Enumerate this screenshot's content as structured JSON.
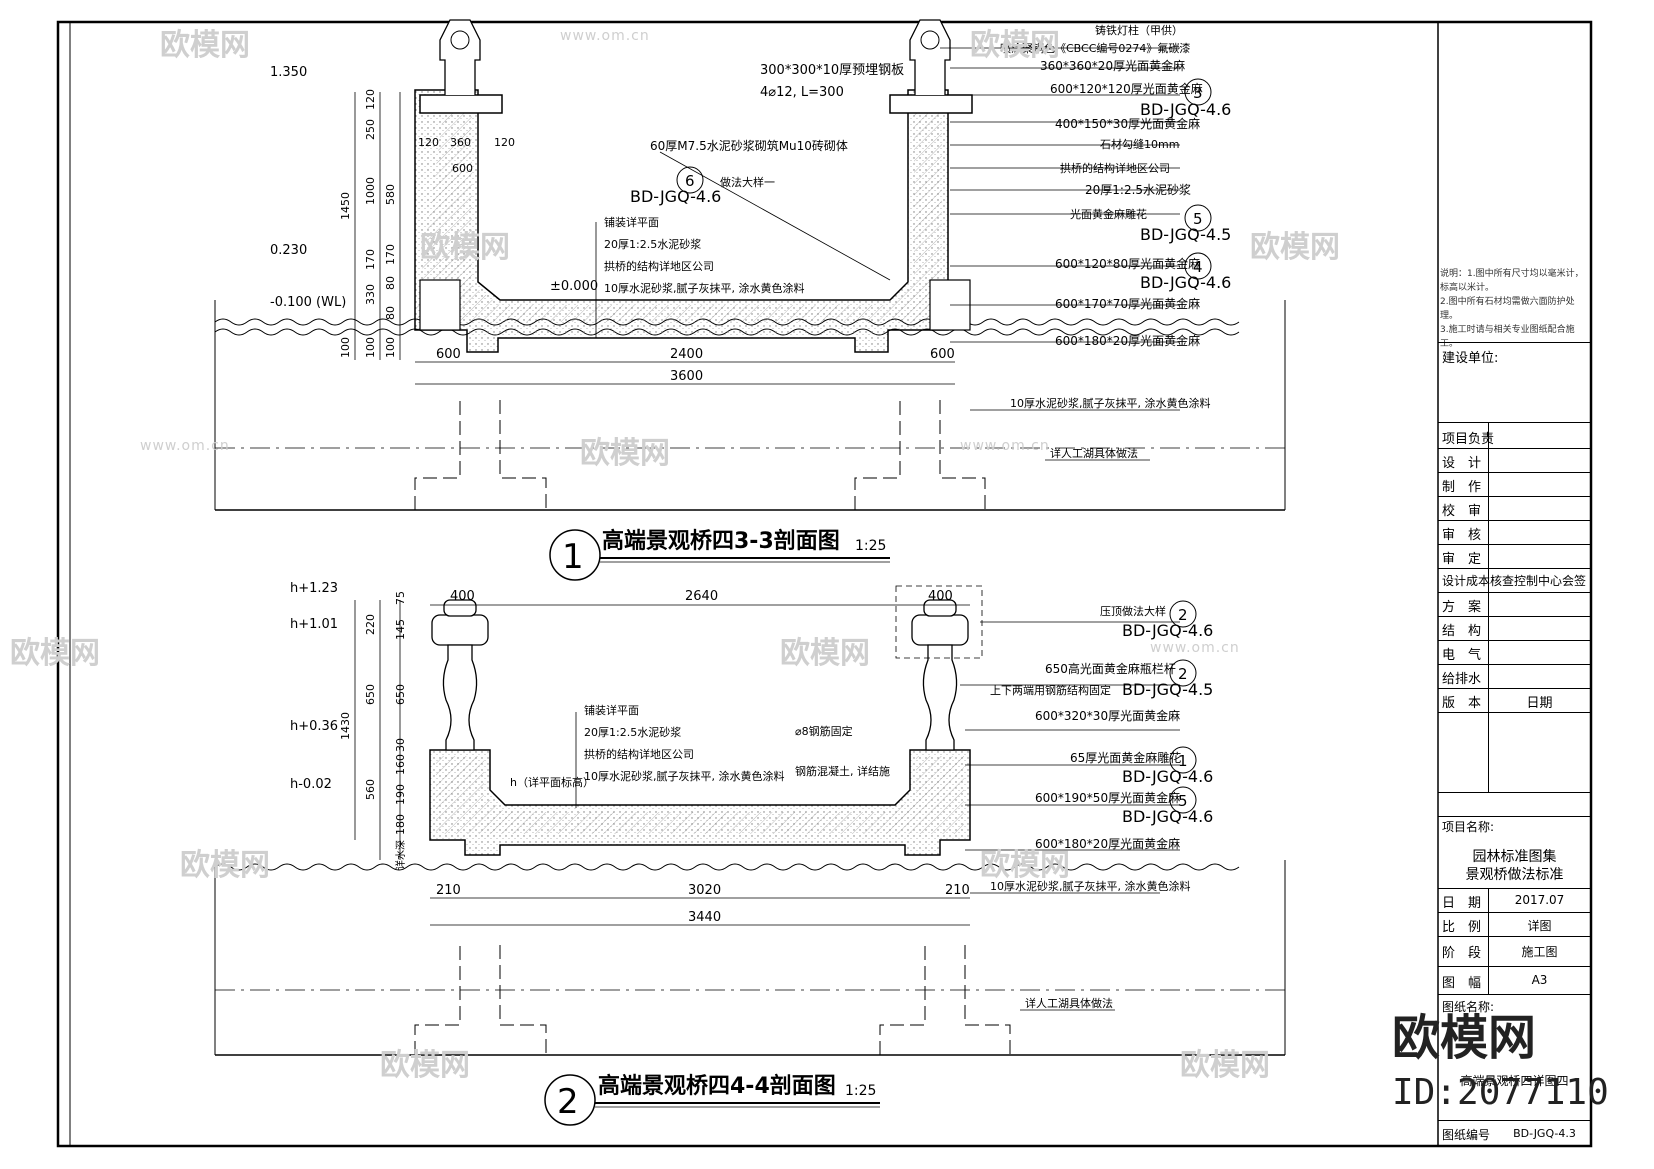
{
  "section1": {
    "num": "1",
    "title": "高端景观桥四3-3剖面图",
    "scale": "1:25",
    "levels": [
      "1.350",
      "0.230",
      "-0.100 (WL)",
      "±0.000"
    ],
    "vdims": [
      "120",
      "250",
      "1000",
      "580",
      "170",
      "80",
      "330",
      "170",
      "80",
      "100",
      "100",
      "100",
      "1450",
      "120",
      "120"
    ],
    "hdims_top": [
      "120",
      "360",
      "120",
      "600"
    ],
    "hdims": [
      "600",
      "2400",
      "3600",
      "600"
    ],
    "notes_left": [
      "铺装详平面",
      "20厚1:2.5水泥砂浆",
      "拱桥的结构详地区公司",
      "10厚水泥砂浆,腻子灰抹平, 涂水黄色涂料"
    ],
    "note_mid": "60厚M7.5水泥砂浆砌筑Mu10砖砌体",
    "detail_label": "做法大样一",
    "anchor_note1": "300*300*10厚预埋钢板",
    "anchor_note2": "4⌀12, L=300",
    "notes_right": [
      "铸铁灯柱（甲供）",
      "喷涂聚铜色《CBCC编号0274》氟碳漆",
      "360*360*20厚光面黄金麻",
      "600*120*120厚光面黄金麻",
      "400*150*30厚光面黄金麻",
      "石材勾缝10mm",
      "拱桥的结构详地区公司",
      "20厚1:2.5水泥砂浆",
      "光面黄金麻雕花",
      "600*120*80厚光面黄金麻",
      "600*170*70厚光面黄金麻",
      "600*180*20厚光面黄金麻",
      "10厚水泥砂浆,腻子灰抹平, 涂水黄色涂料",
      "详人工湖具体做法"
    ],
    "refs": [
      {
        "num": "3",
        "code": "BD-JGQ-4.6"
      },
      {
        "num": "5",
        "code": "BD-JGQ-4.5"
      },
      {
        "num": "4",
        "code": "BD-JGQ-4.6"
      },
      {
        "num": "6",
        "code": "BD-JGQ-4.6"
      }
    ]
  },
  "section2": {
    "num": "2",
    "title": "高端景观桥四4-4剖面图",
    "scale": "1:25",
    "levels": [
      "h+1.23",
      "h+1.01",
      "h+0.36",
      "h-0.02",
      "h（详平面标高）"
    ],
    "vdims": [
      "75",
      "220",
      "145",
      "650",
      "650",
      "1430",
      "30",
      "160",
      "190",
      "560",
      "180",
      "详水深"
    ],
    "hdims_top": [
      "400",
      "2640",
      "400"
    ],
    "hdims": [
      "210",
      "3020",
      "3440",
      "210"
    ],
    "notes_left": [
      "铺装详平面",
      "20厚1:2.5水泥砂浆",
      "拱桥的结构详地区公司",
      "10厚水泥砂浆,腻子灰抹平, 涂水黄色涂料"
    ],
    "notes_mid": [
      "⌀8钢筋固定",
      "钢筋混凝土, 详结施"
    ],
    "notes_right": [
      "压顶做法大样",
      "650高光面黄金麻瓶栏杆",
      "上下两端用钢筋结构固定",
      "600*320*30厚光面黄金麻",
      "65厚光面黄金麻雕花",
      "600*190*50厚光面黄金麻",
      "600*180*20厚光面黄金麻",
      "10厚水泥砂浆,腻子灰抹平, 涂水黄色涂料",
      "详人工湖具体做法"
    ],
    "refs": [
      {
        "num": "2",
        "code": "BD-JGQ-4.6"
      },
      {
        "num": "2",
        "code": "BD-JGQ-4.5"
      },
      {
        "num": "1",
        "code": "BD-JGQ-4.6"
      },
      {
        "num": "5",
        "code": "BD-JGQ-4.6"
      }
    ]
  },
  "title_block": {
    "notes": [
      "说明：1.图中所有尺寸均以毫米计，标高以米计。",
      "2.图中所有石材均需做六面防护处理。",
      "3.施工时请与相关专业图纸配合施工。"
    ],
    "client_label": "建设单位:",
    "roles": [
      "项目负责",
      "设　计",
      "制　作",
      "校　审",
      "审　核",
      "审　定"
    ],
    "cost_label": "设计成本核查控制中心会签",
    "disciplines": [
      "方　案",
      "结　构",
      "电　气",
      "给排水"
    ],
    "version_label": "版　本",
    "date_label_top": "日期",
    "project_label": "项目名称:",
    "project_name1": "园林标准图集",
    "project_name2": "景观桥做法标准",
    "info": [
      {
        "k": "日　期",
        "v": "2017.07"
      },
      {
        "k": "比　例",
        "v": "详图"
      },
      {
        "k": "阶　段",
        "v": "施工图"
      },
      {
        "k": "图　幅",
        "v": "A3"
      }
    ],
    "drawing_name_label": "图纸名称:",
    "drawing_name": "高端景观桥四详图四",
    "drawing_no_label": "图纸编号",
    "drawing_no": "BD-JGQ-4.3"
  },
  "watermark": {
    "brand": "欧模网",
    "url": "www.om.cn",
    "id": "ID:2077110"
  }
}
